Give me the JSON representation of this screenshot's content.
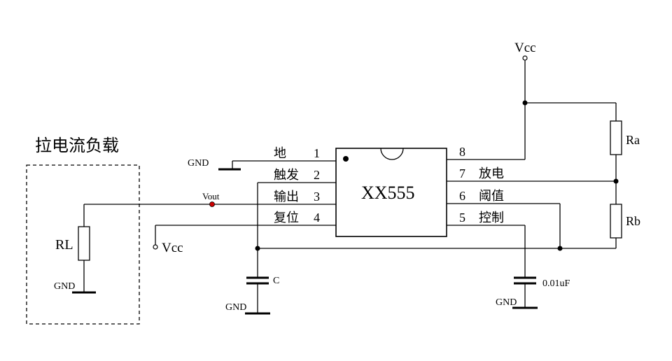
{
  "load_box": {
    "title": "拉电流负载",
    "resistor": "RL",
    "ground": "GND"
  },
  "chip": {
    "name": "XX555",
    "pins_left": [
      {
        "num": "1",
        "name": "地"
      },
      {
        "num": "2",
        "name": "触发"
      },
      {
        "num": "3",
        "name": "输出"
      },
      {
        "num": "4",
        "name": "复位"
      }
    ],
    "pins_right": [
      {
        "num": "8",
        "name": ""
      },
      {
        "num": "7",
        "name": "放电"
      },
      {
        "num": "6",
        "name": "阈值"
      },
      {
        "num": "5",
        "name": "控制"
      }
    ]
  },
  "labels": {
    "vcc_top": "Vcc",
    "vcc_left": "Vcc",
    "vout": "Vout",
    "gnd_pin1": "GND",
    "gnd_cap_c": "GND",
    "gnd_cap_001": "GND",
    "ra": "Ra",
    "rb": "Rb",
    "cap_c": "C",
    "cap_001": "0.01uF"
  },
  "colors": {
    "wire": "#000000",
    "vout_dot": "#cc0000"
  }
}
